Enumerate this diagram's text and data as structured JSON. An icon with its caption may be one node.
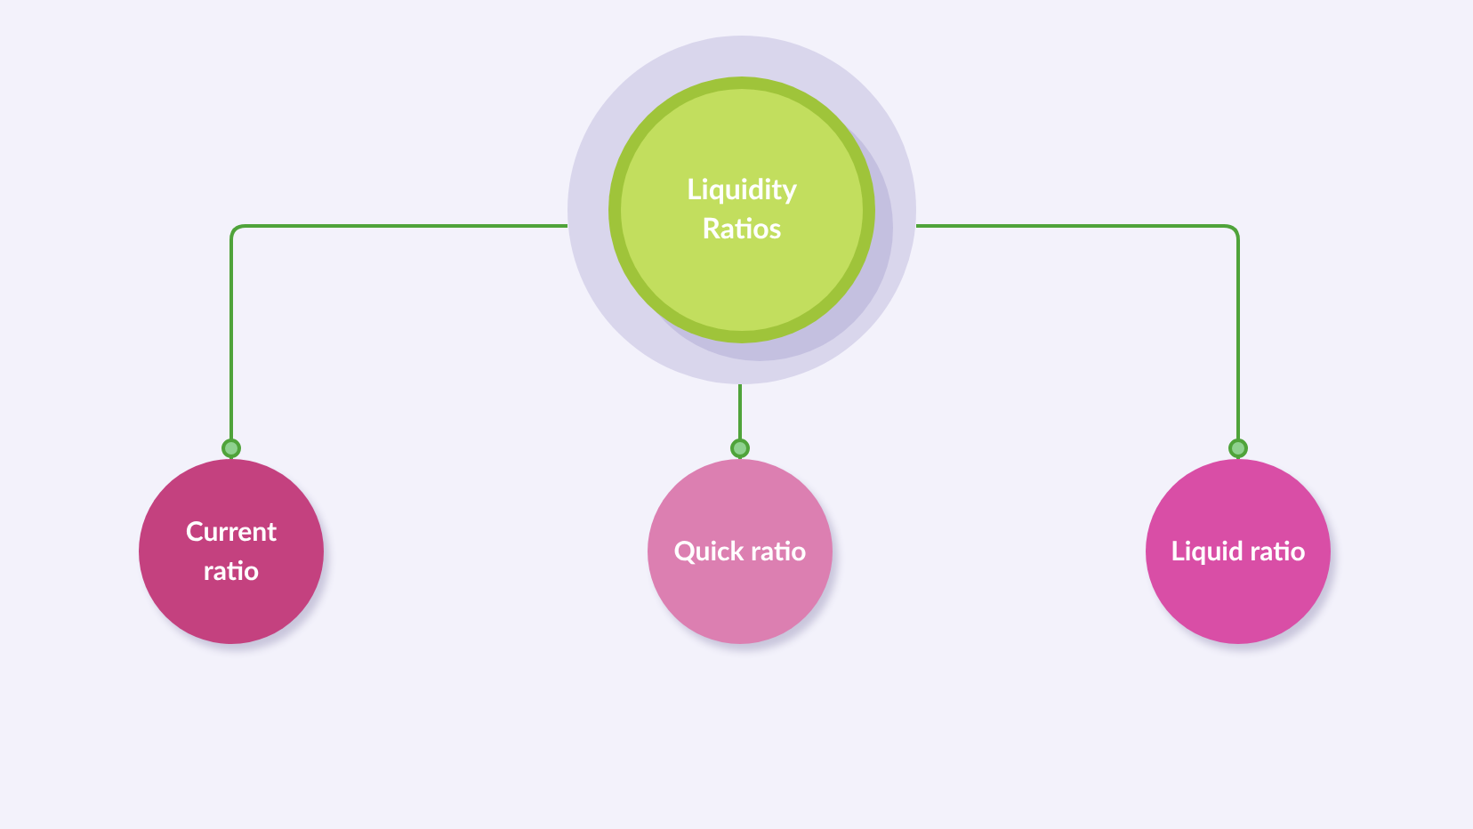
{
  "diagram": {
    "nodes": [
      {
        "text": [
          "Liquidity Ratios"
        ]
      },
      {
        "text": [
          "Current ratio"
        ]
      },
      {
        "text": [
          "Quick ratio"
        ]
      },
      {
        "text": [
          "Liquid ratio"
        ]
      }
    ],
    "edges": [
      {
        "from": 0,
        "to": 1,
        "arrow": "other"
      },
      {
        "from": 0,
        "to": 2,
        "arrow": "other"
      },
      {
        "from": 0,
        "to": 3,
        "arrow": "other"
      }
    ]
  }
}
